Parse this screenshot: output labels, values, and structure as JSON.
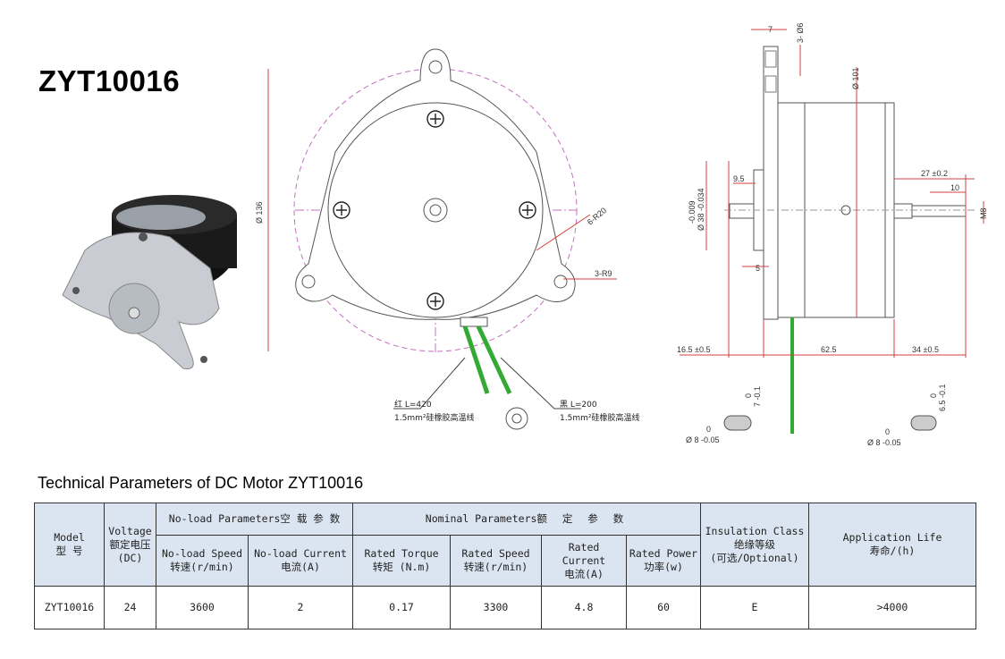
{
  "header": {
    "title": "ZYT10016"
  },
  "front_view": {
    "dia_outer": "Ø 136",
    "radius_6": "6-R20",
    "radius_3": "3-R9",
    "red_wire": "红  L=420",
    "red_wire_spec": "1.5mm²硅橡胶高温线",
    "black_wire": "黑  L=200",
    "black_wire_spec": "1.5mm²硅橡胶高温线"
  },
  "side_view": {
    "dim_7": "7",
    "holes": "3- Ø6",
    "dia_body": "Ø 101",
    "dim_9_5": "9.5",
    "boss_tol": "-0.009",
    "boss_dia": "Ø 38 -0.034",
    "dim_5": "5",
    "shaft_len": "27 ±0.2",
    "thread_len": "10",
    "thread": "M8",
    "left_len": "16.5 ±0.5",
    "body_len": "62.5",
    "right_len": "34 ±0.5",
    "flat_left_top": "0",
    "flat_left": "7 -0.1",
    "flat_left_dia_top": "0",
    "flat_left_dia": "Ø 8 -0.05",
    "flat_right_top": "0",
    "flat_right": "6.5 -0.1",
    "flat_right_dia_top": "0",
    "flat_right_dia": "Ø 8 -0.05"
  },
  "table_title": "Technical Parameters of DC Motor ZYT10016",
  "table": {
    "model_en": "Model",
    "model_cn": "型 号",
    "voltage_en": "Voltage",
    "voltage_cn": "额定电压",
    "voltage_unit": "(DC)",
    "noload_group": "No-load Parameters空 载 参 数",
    "nominal_group_en": "Nominal Parameters",
    "nominal_group_cn": "额 定 参 数",
    "noload_speed_en": "No-load Speed",
    "noload_speed_cn": "转速(r/min)",
    "noload_current_en": "No-load Current",
    "noload_current_cn": "电流(A)",
    "rated_torque_en": "Rated Torque",
    "rated_torque_cn": "转矩 (N.m)",
    "rated_speed_en": "Rated Speed",
    "rated_speed_cn": "转速(r/min)",
    "rated_current_en1": "Rated",
    "rated_current_en2": "Current",
    "rated_current_cn": "电流(A)",
    "rated_power_en": "Rated Power",
    "rated_power_cn": "功率(w)",
    "insulation_en": "Insulation Class",
    "insulation_cn": "绝缘等级",
    "insulation_opt": "(可选/Optional)",
    "life_en": "Application Life",
    "life_cn": "寿命/(h)",
    "row": {
      "model": "ZYT10016",
      "voltage": "24",
      "noload_speed": "3600",
      "noload_current": "2",
      "rated_torque": "0.17",
      "rated_speed": "3300",
      "rated_current": "4.8",
      "rated_power": "60",
      "insulation": "E",
      "life": ">4000"
    }
  }
}
